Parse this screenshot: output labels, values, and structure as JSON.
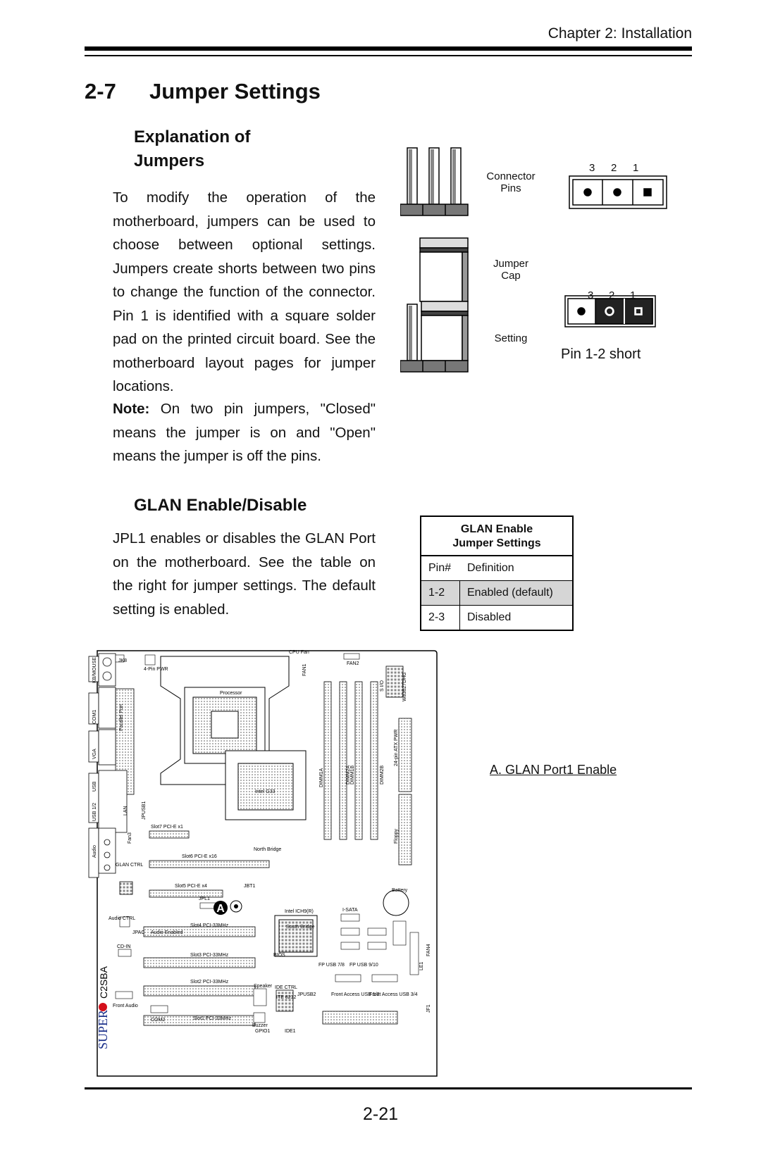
{
  "header": {
    "chapter": "Chapter 2: Installation"
  },
  "section": {
    "number": "2-7",
    "title": "Jumper Settings"
  },
  "explanation": {
    "heading_line1": "Explanation of",
    "heading_line2": "Jumpers",
    "body": "To modify the operation of the motherboard, jumpers can be used to choose between optional settings. Jumpers create shorts between two pins to change the function of the connector.  Pin 1 is identified with a square solder pad on the printed circuit board.  See the motherboard layout pages for jumper locations.",
    "note_label": "Note:",
    "note_text": " On two pin jumpers, \"Closed\" means the jumper is on and \"Open\" means the jumper is off the pins."
  },
  "figure": {
    "connector_pins_line1": "Connector",
    "connector_pins_line2": "Pins",
    "jumper_cap_line1": "Jumper",
    "jumper_cap_line2": "Cap",
    "setting": "Setting",
    "pin_numbers": [
      "3",
      "2",
      "1"
    ],
    "short_label": "Pin 1-2 short"
  },
  "glan": {
    "heading": "GLAN Enable/Disable",
    "body": "JPL1 enables or disables the GLAN Port on the motherboard. See the table on the right for jumper settings. The default setting is enabled.",
    "table": {
      "title_line1": "GLAN Enable",
      "title_line2": "Jumper Settings",
      "col_pin": "Pin#",
      "col_def": "Definition",
      "rows": [
        {
          "pin": "1-2",
          "definition": "Enabled (default)"
        },
        {
          "pin": "2-3",
          "definition": "Disabled"
        }
      ]
    },
    "caption": "A. GLAN Port1 Enable"
  },
  "board": {
    "labels": {
      "cpu_fan": "CPU Fan",
      "fan1": "FAN1",
      "fan2": "FAN2",
      "kbmouse": "KB/MOUSE",
      "jk8": "JK8",
      "pwr4": "4-Pin PWR",
      "processor": "Processor",
      "com1": "COM1",
      "parallel": "Parallel Port",
      "vga": "VGA",
      "usb": "USB",
      "usb2": "USB 1/2",
      "lan": "LAN",
      "jpusb1": "JPUSB1",
      "audio": "Audio",
      "fan3": "Fan3",
      "intel_g33": "Intel G33",
      "north_bridge": "North Bridge",
      "dimm1a": "DIMM1A",
      "dimm2a": "DIMM2A",
      "dimm1b": "DIMM1B",
      "dimm2b": "DIMM2B",
      "atx_pwr": "24-pin ATX PWR",
      "floppy": "Floppy",
      "sio": "S I/O",
      "w83627": "W83627DHG",
      "slot7": "Slot7  PCI-E x1",
      "slot6": "Slot6  PCI-E x16",
      "glan_ctrl": "GLAN CTRL",
      "slot5": "Slot5  PCI-E x4",
      "jbt1": "JBT1",
      "jpl1": "JPL1",
      "battery": "Battery",
      "audio_ctrl": "Audio CTRL",
      "slot4": "Slot4  PCI-33MHz",
      "jpac": "JPAC",
      "audio_enabled": "Audio Enabled",
      "intel_ich": "Intel ICH9(R)",
      "south_bridge": "South Bridge",
      "slot3": "Slot3  PCI-33MHz",
      "cd_in": "CD-IN",
      "bios": "BIOS",
      "slot2": "Slot2  PCI-33MHz",
      "slot1": "Slot1  PCI-33MHz",
      "front_audio": "Front Audio",
      "com2": "COM2",
      "speaker": "Speaker",
      "buzzer": "Buzzer",
      "ide_ctrl": "IDE CTRL",
      "ite": "ITE 8212",
      "jpusb2": "JPUSB2",
      "gpio": "GPIO1",
      "ide1": "IDE1",
      "fp_usb": "FP USB 7/8",
      "fp_usb2": "FP USB 9/10",
      "front_usb": "Front Access USB 1/2",
      "front_usb2": "Front Access USB 3/4",
      "sata": "I-SATA",
      "jf1": "JF1",
      "le1": "LE1",
      "fan4": "FAN4",
      "model": "C2SBA",
      "brand": "SUPER"
    },
    "marker": "A"
  },
  "footer": {
    "page_number": "2-21"
  }
}
